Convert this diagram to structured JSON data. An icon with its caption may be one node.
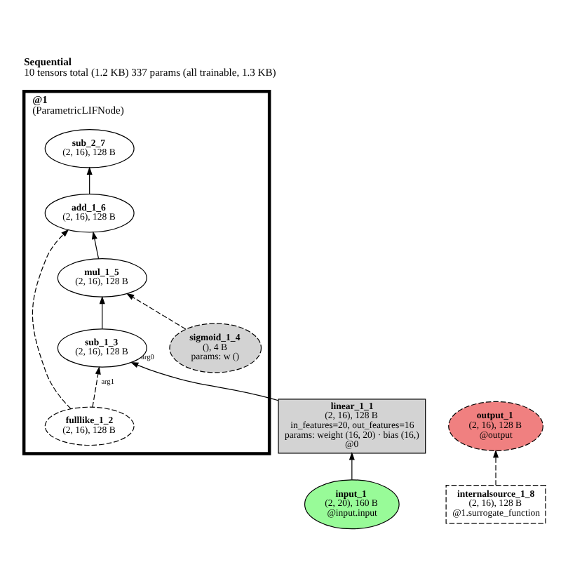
{
  "diagram": {
    "title": "Sequential",
    "caption": "10 tensors total (1.2 KB) 337 params (all trainable, 1.3 KB)",
    "nodes": [
      {
        "text": [
          "@1",
          "(ParametricLIFNode)"
        ]
      },
      {
        "text": [
          "sub_2_7",
          "(2, 16), 128 B"
        ],
        "in": 0
      },
      {
        "text": [
          "add_1_6",
          "(2, 16), 128 B"
        ],
        "in": 0
      },
      {
        "text": [
          "mul_1_5",
          "(2, 16), 128 B"
        ],
        "in": 0
      },
      {
        "text": [
          "sigmoid_1_4",
          "(), 4 B",
          "params: w ()"
        ],
        "in": 0
      },
      {
        "text": [
          "sub_1_3",
          "(2, 16), 128 B"
        ],
        "in": 0
      },
      {
        "text": [
          "fulllike_1_2",
          "(2, 16), 128 B"
        ],
        "in": 0
      },
      {
        "text": [
          "output_1",
          "(2, 16), 128 B",
          "@output"
        ]
      },
      {
        "text": [
          "linear_1_1",
          "(2, 16), 128 B",
          "in_features=20, out_features=16",
          "params: weight (16, 20) · bias (16,)",
          "@0"
        ]
      },
      {
        "text": [
          "internalsource_1_8",
          "(2, 16), 128 B",
          "@1.surrogate_function"
        ]
      },
      {
        "text": [
          "input_1",
          "(2, 20), 160 B",
          "@input.input"
        ]
      }
    ],
    "edges": [
      {
        "from": 10,
        "to": 8,
        "arrow": "to"
      },
      {
        "from": 8,
        "to": 5,
        "arrow": "to",
        "label": "arg0"
      },
      {
        "from": 6,
        "to": 5,
        "arrow": "to",
        "label": "arg1",
        "style": "dashed"
      },
      {
        "from": 6,
        "to": 2,
        "arrow": "to",
        "style": "dashed"
      },
      {
        "from": 5,
        "to": 3,
        "arrow": "to"
      },
      {
        "from": 4,
        "to": 3,
        "arrow": "to",
        "style": "dashed"
      },
      {
        "from": 3,
        "to": 2,
        "arrow": "to"
      },
      {
        "from": 2,
        "to": 1,
        "arrow": "to"
      },
      {
        "from": 9,
        "to": 7,
        "arrow": "to",
        "style": "dashed"
      }
    ]
  }
}
